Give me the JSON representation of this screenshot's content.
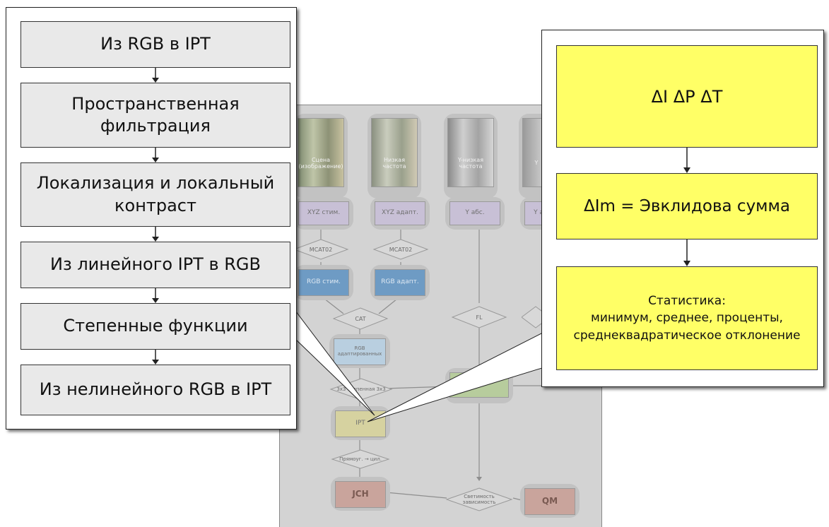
{
  "left_steps": [
    "Из RGB в IPT",
    "Пространственная фильтрация",
    "Локализация и локальный контраст",
    "Из линейного IPT в RGB",
    "Степенные функции",
    "Из нелинейного RGB в IPT"
  ],
  "right_boxes": {
    "deltas": "ΔI   ΔP   ΔT",
    "im_sum": "ΔIm = Эвклидова сумма",
    "stats_title": "Статистика:",
    "stats_body": "минимум, среднее, проценты, среднеквадратическое отклонение"
  },
  "background": {
    "thumbs": [
      "Сцена (изображение)",
      "Низкая частота",
      "Y-низкая частота",
      "Y"
    ],
    "xyz_stim": "XYZ стим.",
    "xyz_adapt": "XYZ адапт.",
    "y_abs": "Y абс.",
    "y_cut": "Y а",
    "m_cat_1": "MCAT02",
    "m_cat_2": "MCAT02",
    "rgb_stim": "RGB стим.",
    "rgb_adapt": "RGB адапт.",
    "cat": "CAT",
    "fl": "FL",
    "rgb_adapted": "RGB адаптированных",
    "power3x3": "3x3 степенная 3x3",
    "ipt": "IPT",
    "rect_to_cyl": "Прямоуг. → цил.",
    "jch": "JCH",
    "lum_dep": "Светимость зависимость",
    "qm": "QM"
  },
  "colors": {
    "callout_box": "#e9e9e9",
    "yellow_box": "#ffff66",
    "panel_bg": "#d3d3d3",
    "purple_node": "#c8c0d6",
    "blue_node": "#6e9bc4",
    "light_blue_node": "#b9cfe0",
    "green_node": "#b7cc9d",
    "tan_node": "#d6d2a0",
    "rose_node": "#c9a49c"
  }
}
